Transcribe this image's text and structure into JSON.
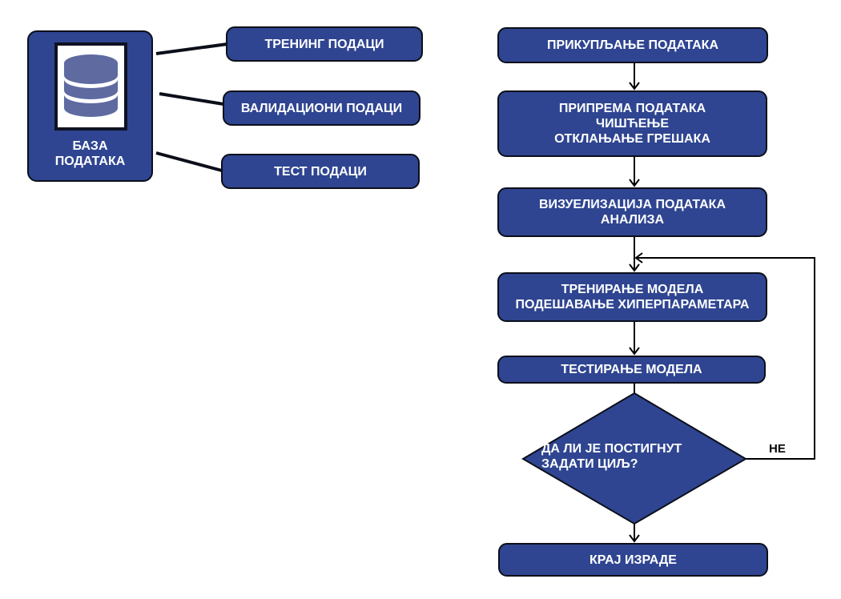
{
  "database": {
    "label": "БАЗА\nПОДАТАКА",
    "icon": "database-icon"
  },
  "datasets": [
    {
      "label": "ТРЕНИНГ ПОДАЦИ"
    },
    {
      "label": "ВАЛИДАЦИОНИ ПОДАЦИ"
    },
    {
      "label": "ТЕСТ ПОДАЦИ"
    }
  ],
  "flow": {
    "steps": [
      {
        "label": "ПРИКУПЉАЊЕ ПОДАТАКА"
      },
      {
        "label": "ПРИПРЕМА ПОДАТАКА\nЧИШЋЕЊЕ\nОТКЛАЊАЊЕ ГРЕШАКА"
      },
      {
        "label": "ВИЗУЕЛИЗАЦИЈА ПОДАТАКА\nАНАЛИЗА"
      },
      {
        "label": "ТРЕНИРАЊЕ МОДЕЛА\nПОДЕШАВАЊЕ ХИПЕРПАРАМЕТАРА"
      },
      {
        "label": "ТЕСТИРАЊЕ МОДЕЛА"
      }
    ],
    "decision": {
      "label": "ДА ЛИ ЈЕ ПОСТИГНУТ\nЗАДАТИ ЦИЉ?"
    },
    "loop_label": "НЕ",
    "end": {
      "label": "КРАЈ ИЗРАДЕ"
    }
  },
  "colors": {
    "box_fill": "#2f4591",
    "box_border": "#0c0f1a",
    "db_icon": "#5e6aa0",
    "line": "#000000"
  }
}
